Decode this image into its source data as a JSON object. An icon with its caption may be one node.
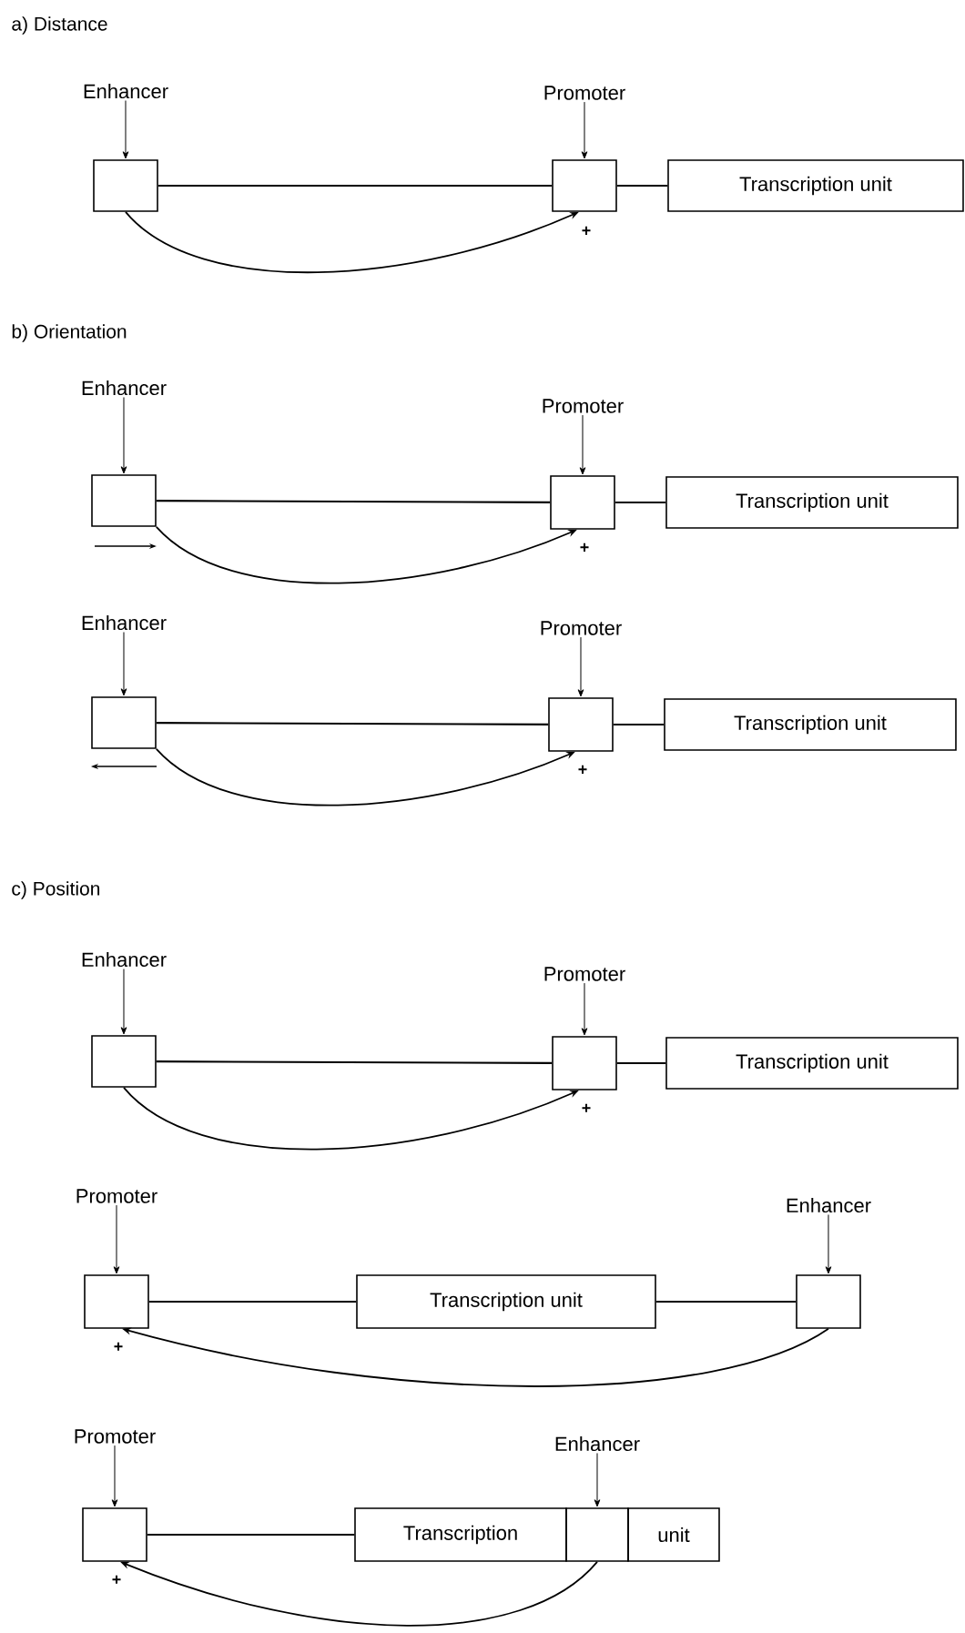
{
  "diagram": {
    "nodes": [
      {
        "text": [
          "Enhancer"
        ]
      },
      {
        "text": [
          "Promoter"
        ]
      },
      {
        "text": [],
        "shape": "box"
      },
      {
        "text": [],
        "shape": "box",
        "beside": [
          "+"
        ]
      },
      {
        "text": [
          "Transcription unit"
        ]
      },
      {
        "text": [
          "Enhancer"
        ]
      },
      {
        "text": [
          "Promoter"
        ]
      },
      {
        "text": [],
        "shape": "box"
      },
      {
        "text": [],
        "shape": "box",
        "beside": [
          "+"
        ]
      },
      {
        "text": [
          "Transcription unit"
        ]
      },
      {
        "text": [
          "Enhancer"
        ]
      },
      {
        "text": [
          "Promoter"
        ]
      },
      {
        "text": [],
        "shape": "box"
      },
      {
        "text": [],
        "shape": "box",
        "beside": [
          "+"
        ]
      },
      {
        "text": [
          "Transcription unit"
        ]
      },
      {
        "text": [
          "Enhancer"
        ]
      },
      {
        "text": [
          "Promoter"
        ]
      },
      {
        "text": [],
        "shape": "box"
      },
      {
        "text": [],
        "shape": "box",
        "beside": [
          "+"
        ]
      },
      {
        "text": [
          "Transcription unit"
        ]
      },
      {
        "text": [
          "Promoter"
        ]
      },
      {
        "text": [
          "Enhancer"
        ]
      },
      {
        "text": [],
        "shape": "box",
        "beside": [
          "+"
        ]
      },
      {
        "text": [
          "Transcription unit"
        ]
      },
      {
        "text": [],
        "shape": "box"
      },
      {
        "text": [
          "Promoter"
        ]
      },
      {
        "text": [
          "Enhancer"
        ]
      },
      {
        "text": [],
        "shape": "box",
        "beside": [
          "+"
        ]
      },
      {
        "text": [
          "Transcription"
        ]
      },
      {
        "text": [],
        "shape": "box"
      },
      {
        "text": [
          "unit"
        ]
      }
    ],
    "edges": [
      {
        "from": 0,
        "to": 2,
        "arrow": "to"
      },
      {
        "from": 1,
        "to": 3,
        "arrow": "to"
      },
      {
        "from": 2,
        "to": 3,
        "arrow": "none"
      },
      {
        "from": 3,
        "to": 4,
        "arrow": "none"
      },
      {
        "from": 2,
        "to": 3,
        "arrow": "to"
      },
      {
        "from": 5,
        "to": 7,
        "arrow": "to"
      },
      {
        "from": 6,
        "to": 8,
        "arrow": "to"
      },
      {
        "from": 7,
        "to": 8,
        "arrow": "none"
      },
      {
        "from": 8,
        "to": 9,
        "arrow": "none"
      },
      {
        "from": 7,
        "to": 8,
        "arrow": "to"
      },
      {
        "from": 10,
        "to": 12,
        "arrow": "to"
      },
      {
        "from": 11,
        "to": 13,
        "arrow": "to"
      },
      {
        "from": 12,
        "to": 13,
        "arrow": "none"
      },
      {
        "from": 13,
        "to": 14,
        "arrow": "none"
      },
      {
        "from": 12,
        "to": 13,
        "arrow": "to"
      },
      {
        "from": 15,
        "to": 17,
        "arrow": "to"
      },
      {
        "from": 16,
        "to": 18,
        "arrow": "to"
      },
      {
        "from": 17,
        "to": 18,
        "arrow": "none"
      },
      {
        "from": 18,
        "to": 19,
        "arrow": "none"
      },
      {
        "from": 17,
        "to": 18,
        "arrow": "to"
      },
      {
        "from": 20,
        "to": 22,
        "arrow": "to"
      },
      {
        "from": 21,
        "to": 24,
        "arrow": "to"
      },
      {
        "from": 22,
        "to": 23,
        "arrow": "none"
      },
      {
        "from": 23,
        "to": 24,
        "arrow": "none"
      },
      {
        "from": 24,
        "to": 22,
        "arrow": "to"
      },
      {
        "from": 25,
        "to": 27,
        "arrow": "to"
      },
      {
        "from": 26,
        "to": 29,
        "arrow": "to"
      },
      {
        "from": 27,
        "to": 28,
        "arrow": "none"
      },
      {
        "from": 29,
        "to": 27,
        "arrow": "to"
      }
    ],
    "labels": [
      "a) Distance",
      "b) Orientation",
      "c) Position"
    ]
  }
}
